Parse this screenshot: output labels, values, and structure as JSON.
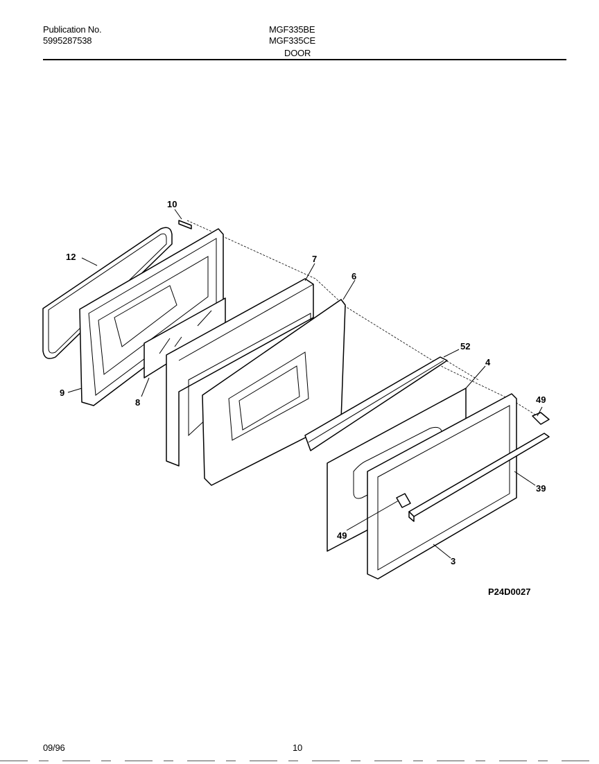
{
  "header": {
    "publication_label": "Publication No.",
    "publication_number": "5995287538",
    "model_1": "MGF335BE",
    "model_2": "MGF335CE",
    "section_title": "DOOR"
  },
  "diagram": {
    "id": "P24D0027",
    "callouts": [
      "10",
      "12",
      "9",
      "8",
      "7",
      "6",
      "52",
      "4",
      "49",
      "39",
      "49",
      "3"
    ]
  },
  "footer": {
    "date": "09/96",
    "page": "10"
  }
}
